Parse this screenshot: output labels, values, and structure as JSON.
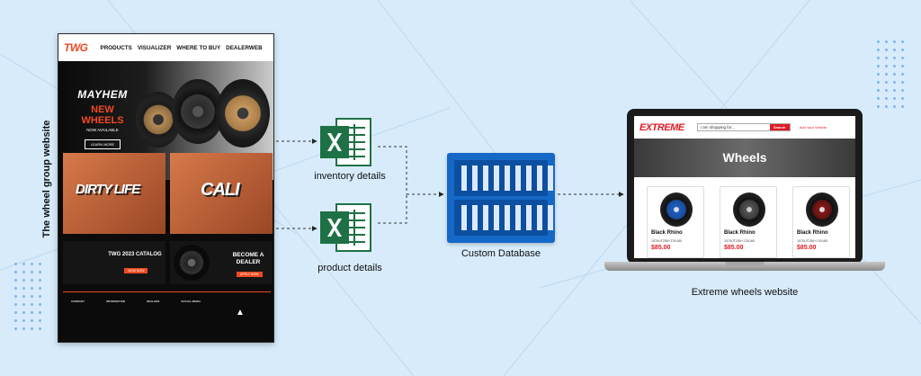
{
  "vertical_label": "The wheel group website",
  "twg": {
    "logo": "TWG",
    "nav": [
      "PRODUCTS",
      "VISUALIZER",
      "WHERE TO BUY",
      "DEALERWEB"
    ],
    "hero_brand": "MAYHEM",
    "hero_headline": "NEW WHEELS",
    "hero_sub": "NOW AVAILABLE",
    "hero_button": "LEARN MORE",
    "photo1_text": "DIRTY LIFE",
    "photo2_text": "CALI",
    "banner1_text": "TWG 2023 CATALOG",
    "banner1_button": "VIEW NOW",
    "banner2_text": "BECOME A DEALER",
    "banner2_button": "APPLY NOW",
    "footer_cols": [
      "COMPANY",
      "INFORMATION",
      "DEALERS",
      "SOCIAL MEDIA"
    ]
  },
  "flow": {
    "inventory_label": "inventory details",
    "product_label": "product details",
    "database_label": "Custom Database",
    "extreme_label": "Extreme wheels website"
  },
  "extreme": {
    "logo": "EXTREME",
    "search_placeholder": "I am shopping for...",
    "search_button": "Search",
    "right_text": "Add Your Vehicle",
    "hero_title": "Wheels",
    "products": [
      {
        "name": "Black Rhino",
        "sku": "1570UT2S6+170U80",
        "price": "$85.00"
      },
      {
        "name": "Black Rhino",
        "sku": "1570UT2S6+170U80",
        "price": "$85.00"
      },
      {
        "name": "Black Rhino",
        "sku": "1570UT2S6+170U80",
        "price": "$85.00"
      }
    ]
  },
  "colors": {
    "background": "#d7ebfb",
    "twg_orange": "#ef4a23",
    "excel_green": "#1e7145",
    "database_blue": "#1568c6",
    "extreme_red": "#e01b24"
  },
  "icons": {
    "excel": "excel-icon",
    "database": "database-icon",
    "laptop": "laptop-icon"
  }
}
